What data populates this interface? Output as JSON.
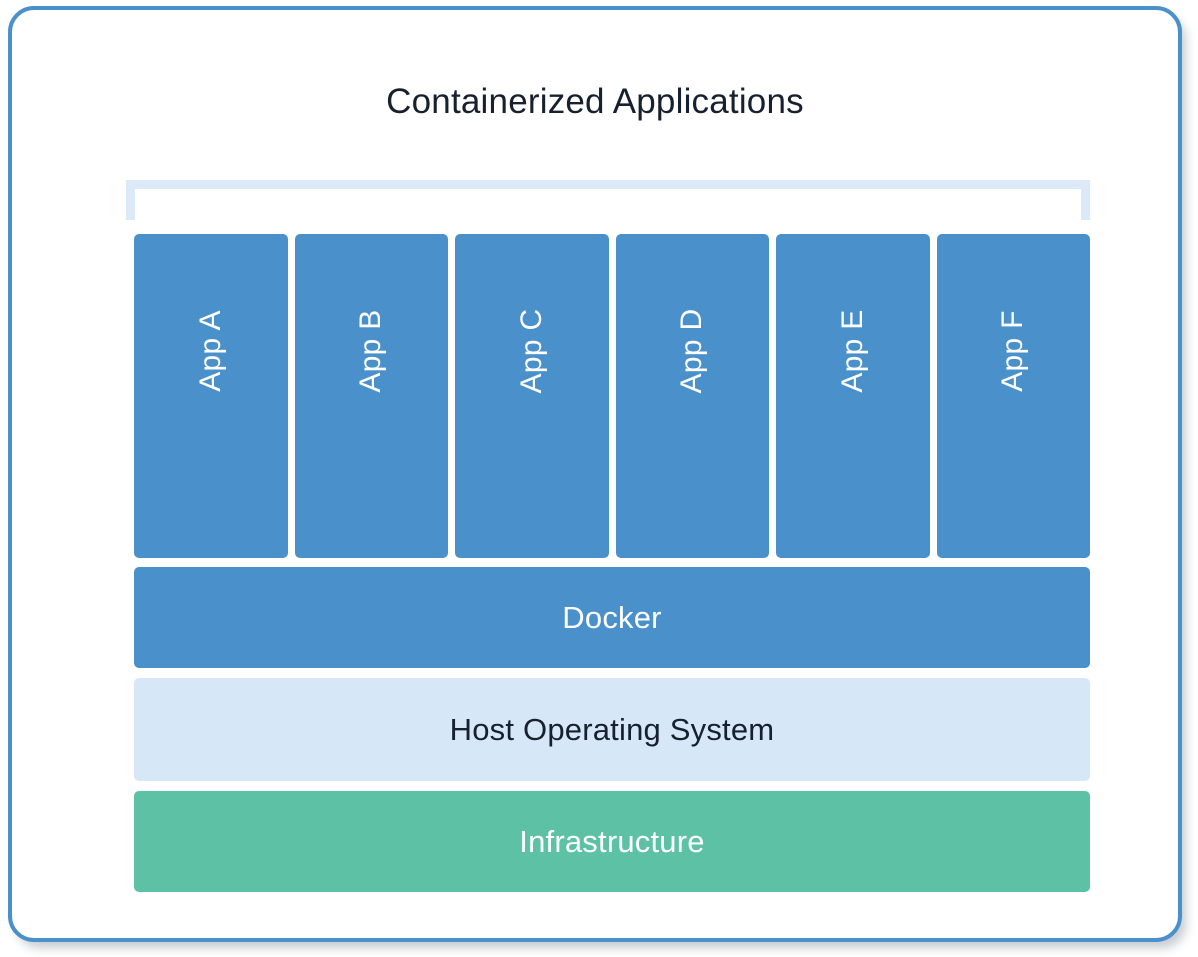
{
  "diagram": {
    "title": "Containerized Applications",
    "colors": {
      "frame_border": "#4a90cb",
      "app_blue": "#4a90cb",
      "bracket_light_blue": "#dbe9f8",
      "host_os_light_blue": "#d6e8f8",
      "infrastructure_teal": "#5dc1a6",
      "title_navy": "#16202e",
      "label_white": "#ffffff",
      "card_background": "#ffffff"
    },
    "apps": [
      {
        "label": "App A"
      },
      {
        "label": "App B"
      },
      {
        "label": "App C"
      },
      {
        "label": "App D"
      },
      {
        "label": "App E"
      },
      {
        "label": "App F"
      }
    ],
    "layers": [
      {
        "label": "Docker"
      },
      {
        "label": "Host Operating System"
      },
      {
        "label": "Infrastructure"
      }
    ]
  }
}
